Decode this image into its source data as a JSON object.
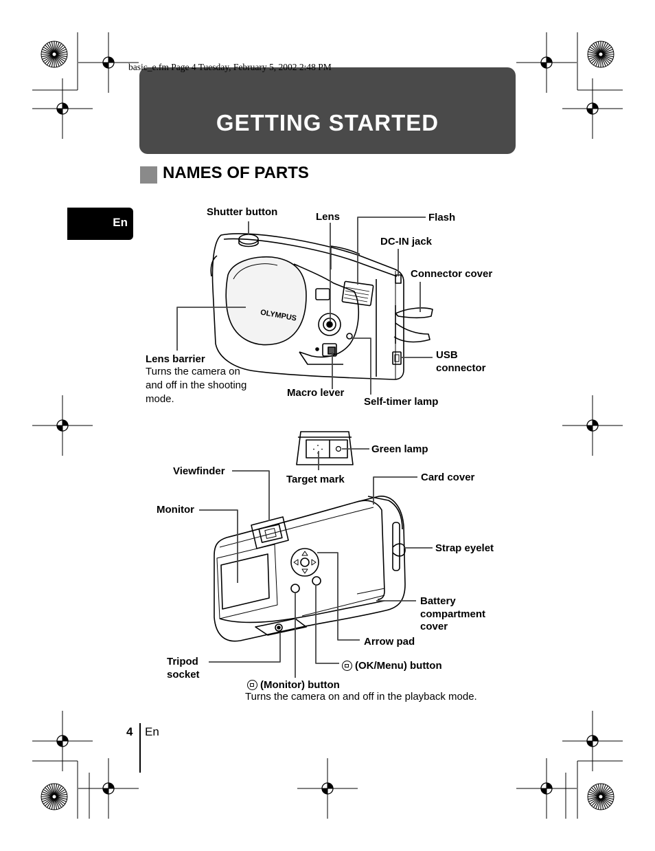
{
  "file_header": "basic_e.fm  Page 4  Tuesday, February 5, 2002  2:48 PM",
  "chapter_title": "GETTING STARTED",
  "section_title": "NAMES OF PARTS",
  "language_tab": "En",
  "front_labels": {
    "shutter_button": "Shutter button",
    "lens": "Lens",
    "flash": "Flash",
    "dc_in_jack": "DC-IN jack",
    "connector_cover": "Connector cover",
    "lens_barrier": "Lens barrier",
    "lens_barrier_desc_1": "Turns the camera on",
    "lens_barrier_desc_2": "and off in the shooting",
    "lens_barrier_desc_3": "mode.",
    "usb_connector_1": "USB",
    "usb_connector_2": "connector",
    "macro_lever": "Macro lever",
    "self_timer_lamp": "Self-timer lamp",
    "brand": "OLYMPUS"
  },
  "back_labels": {
    "green_lamp": "Green lamp",
    "target_mark": "Target mark",
    "viewfinder": "Viewfinder",
    "card_cover": "Card cover",
    "monitor": "Monitor",
    "strap_eyelet": "Strap eyelet",
    "battery_cover_1": "Battery",
    "battery_cover_2": "compartment",
    "battery_cover_3": "cover",
    "arrow_pad": "Arrow pad",
    "tripod_socket_1": "Tripod",
    "tripod_socket_2": "socket",
    "ok_menu_button": "(OK/Menu) button",
    "monitor_button": "(Monitor) button",
    "monitor_button_desc": "Turns the camera on and off in the playback mode."
  },
  "footer": {
    "page_number": "4",
    "page_lang": "En"
  }
}
